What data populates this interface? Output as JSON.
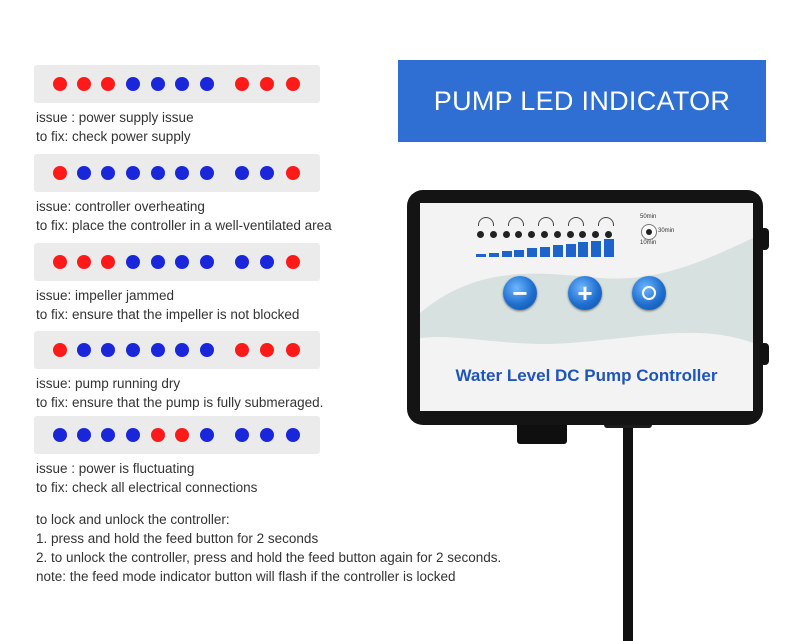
{
  "title": "PUMP LED INDICATOR",
  "led_patterns": [
    {
      "leds": [
        "red",
        "red",
        "red",
        "blue",
        "blue",
        "blue",
        "blue",
        "red",
        "red",
        "red"
      ],
      "issue": "issue : power supply issue",
      "fix": "to fix: check power supply"
    },
    {
      "leds": [
        "red",
        "blue",
        "blue",
        "blue",
        "blue",
        "blue",
        "blue",
        "blue",
        "blue",
        "red"
      ],
      "issue": "issue: controller overheating",
      "fix": "to fix: place the controller in a well-ventilated area"
    },
    {
      "leds": [
        "red",
        "red",
        "red",
        "blue",
        "blue",
        "blue",
        "blue",
        "blue",
        "blue",
        "red"
      ],
      "issue": "issue: impeller jammed",
      "fix": "to fix: ensure that the impeller is not blocked"
    },
    {
      "leds": [
        "red",
        "blue",
        "blue",
        "blue",
        "blue",
        "blue",
        "blue",
        "red",
        "red",
        "red"
      ],
      "issue": "issue: pump running dry",
      "fix": "to fix: ensure that the pump is fully submeraged."
    },
    {
      "leds": [
        "blue",
        "blue",
        "blue",
        "blue",
        "red",
        "red",
        "blue",
        "blue",
        "blue",
        "blue"
      ],
      "issue": "issue : power is fluctuating",
      "fix": "to fix: check all electrical connections"
    }
  ],
  "lock_instructions": {
    "heading": "to lock and unlock the controller:",
    "step1": "1. press and hold the feed button for 2 seconds",
    "step2": "2. to unlock the controller, press and hold the feed button again for 2 seconds.",
    "note": "note: the feed mode indicator button will flash if the controller is locked"
  },
  "device": {
    "label": "Water  Level DC Pump Controller",
    "timer_labels": [
      "50min",
      "30min",
      "10min"
    ],
    "minus_symbol": "−",
    "plus_symbol": "+",
    "buttons": [
      "minus-icon",
      "plus-icon",
      "feed-icon"
    ]
  },
  "colors": {
    "red": "#ff1a1a",
    "blue": "#1a26d9",
    "title_bg": "#2f6fd3",
    "device_label": "#1e55b8"
  }
}
